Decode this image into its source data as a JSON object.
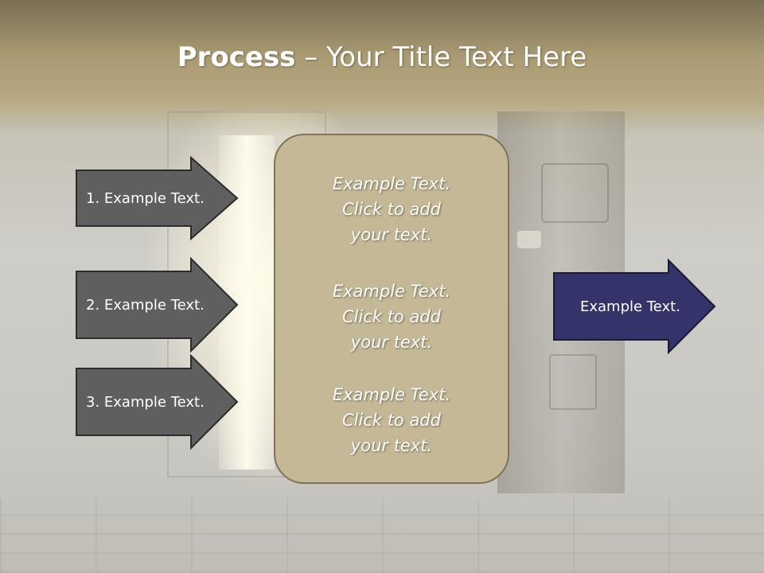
{
  "slide": {
    "title_bold": "Process",
    "title_rest": " – Your Title Text Here"
  },
  "left_arrows": [
    {
      "label": "1. Example Text."
    },
    {
      "label": "2. Example Text."
    },
    {
      "label": "3. Example Text."
    }
  ],
  "center_box": {
    "items": [
      {
        "line1": "Example Text.",
        "line2": "Click  to add",
        "line3": "your text."
      },
      {
        "line1": "Example Text.",
        "line2": "Click  to add",
        "line3": "your text."
      },
      {
        "line1": "Example Text.",
        "line2": "Click  to add",
        "line3": "your text."
      }
    ]
  },
  "right_arrow": {
    "label": "Example Text."
  },
  "colors": {
    "left_arrow_fill": "#5f5f5f",
    "right_arrow_fill": "#34346a",
    "center_box_fill": "#c4b896",
    "title_text": "#ffffff"
  }
}
